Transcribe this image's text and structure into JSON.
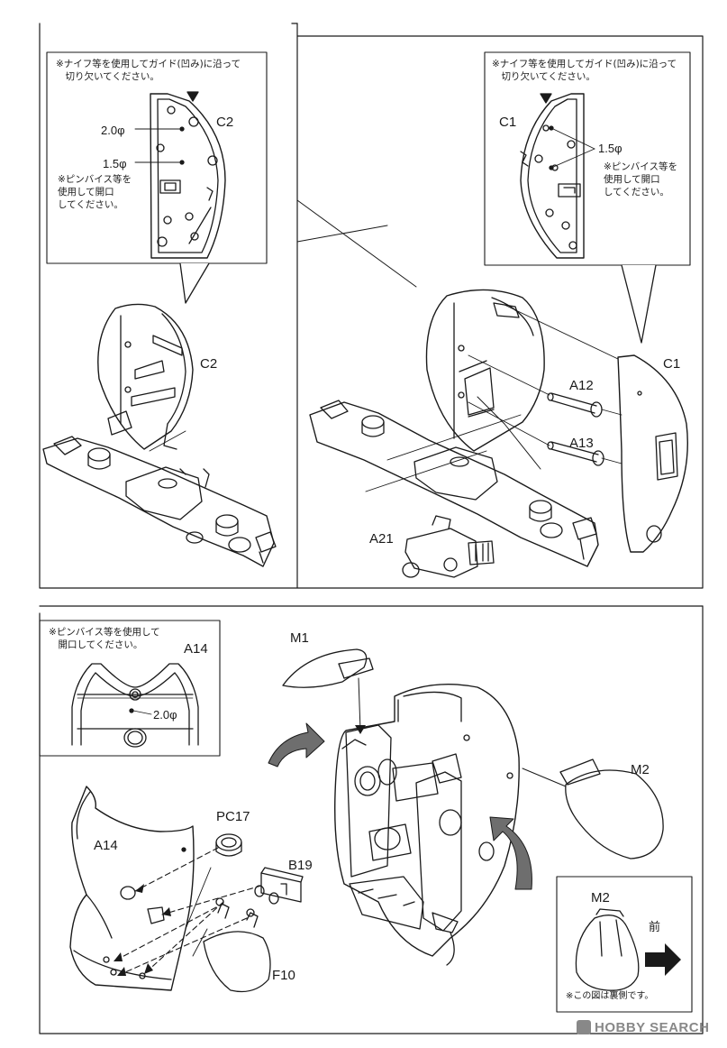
{
  "top": {
    "left_callout": {
      "note": "※ナイフ等を使用してガイド(凹み)に沿って\n　切り欠いてください。",
      "part": "C2",
      "dim_a": "2.0φ",
      "dim_b": "1.5φ",
      "drill_note": "※ピンバイス等を\n使用して開口\nしてください。"
    },
    "right_callout": {
      "note": "※ナイフ等を使用してガイド(凹み)に沿って\n　切り欠いてください。",
      "part": "C1",
      "dim": "1.5φ",
      "drill_note": "※ピンバイス等を\n使用して開口\nしてください。"
    },
    "left_assembly": {
      "part": "C2"
    },
    "right_assembly": {
      "c1": "C1",
      "a12": "A12",
      "a13": "A13",
      "a21": "A21"
    }
  },
  "bottom": {
    "drill_callout": {
      "note": "※ピンバイス等を使用して\n　開口してください。",
      "part": "A14",
      "dim": "2.0φ"
    },
    "parts": {
      "a14": "A14",
      "pc17": "PC17",
      "b19": "B19",
      "f10": "F10",
      "m1": "M1",
      "m2": "M2"
    },
    "m2_callout": {
      "part": "M2",
      "direction": "前",
      "note": "※この図は裏側です。"
    }
  },
  "watermark": "HOBBY SEARCH",
  "colors": {
    "line": "#1a1a1a",
    "gray": "#6e6e6e",
    "light": "#dcdcdc"
  }
}
